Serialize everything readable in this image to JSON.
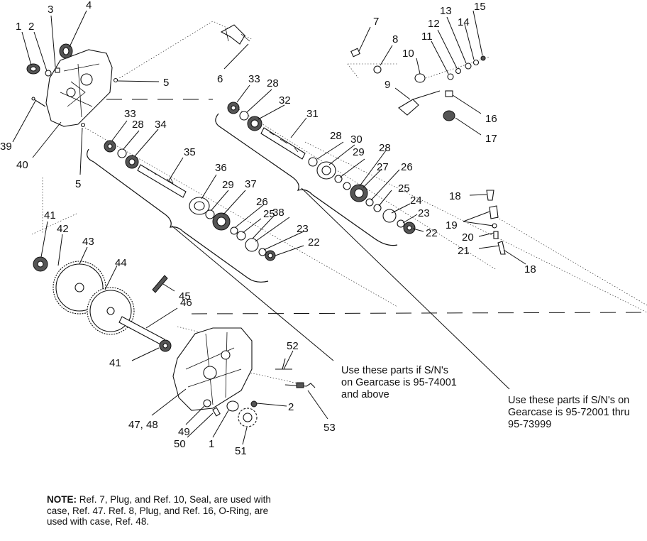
{
  "callouts": {
    "c1a": "1",
    "c2a": "2",
    "c3": "3",
    "c4": "4",
    "c5a": "5",
    "c5b": "5",
    "c6": "6",
    "c7": "7",
    "c8": "8",
    "c9": "9",
    "c10": "10",
    "c11": "11",
    "c12": "12",
    "c13": "13",
    "c14": "14",
    "c15": "15",
    "c16": "16",
    "c17": "17",
    "c18a": "18",
    "c18b": "18",
    "c19": "19",
    "c20": "20",
    "c21": "21",
    "c22a": "22",
    "c22b": "22",
    "c23a": "23",
    "c23b": "23",
    "c24": "24",
    "c25a": "25",
    "c25b": "25",
    "c26a": "26",
    "c26b": "26",
    "c27": "27",
    "c28a": "28",
    "c28b": "28",
    "c28c": "28",
    "c28d": "28",
    "c29a": "29",
    "c29b": "29",
    "c30": "30",
    "c31": "31",
    "c32": "32",
    "c33a": "33",
    "c33b": "33",
    "c34": "34",
    "c35": "35",
    "c36": "36",
    "c37": "37",
    "c38": "38",
    "c39": "39",
    "c40": "40",
    "c41a": "41",
    "c41b": "41",
    "c42": "42",
    "c43": "43",
    "c44": "44",
    "c45": "45",
    "c46": "46",
    "c4748": "47, 48",
    "c49": "49",
    "c50": "50",
    "c1b": "1",
    "c51": "51",
    "c2b": "2",
    "c52": "52",
    "c53": "53"
  },
  "serial_notes": {
    "newer": "Use these parts if S/N's\non Gearcase is 95-74001\nand above",
    "older": "Use these parts if S/N's on\nGearcase is 95-72001 thru\n95-73999"
  },
  "note": {
    "label": "NOTE:",
    "text": " Ref. 7, Plug, and Ref. 10, Seal, are used with case, Ref. 47. Ref. 8, Plug, and Ref. 16, O-Ring, are used with case, Ref. 48."
  }
}
